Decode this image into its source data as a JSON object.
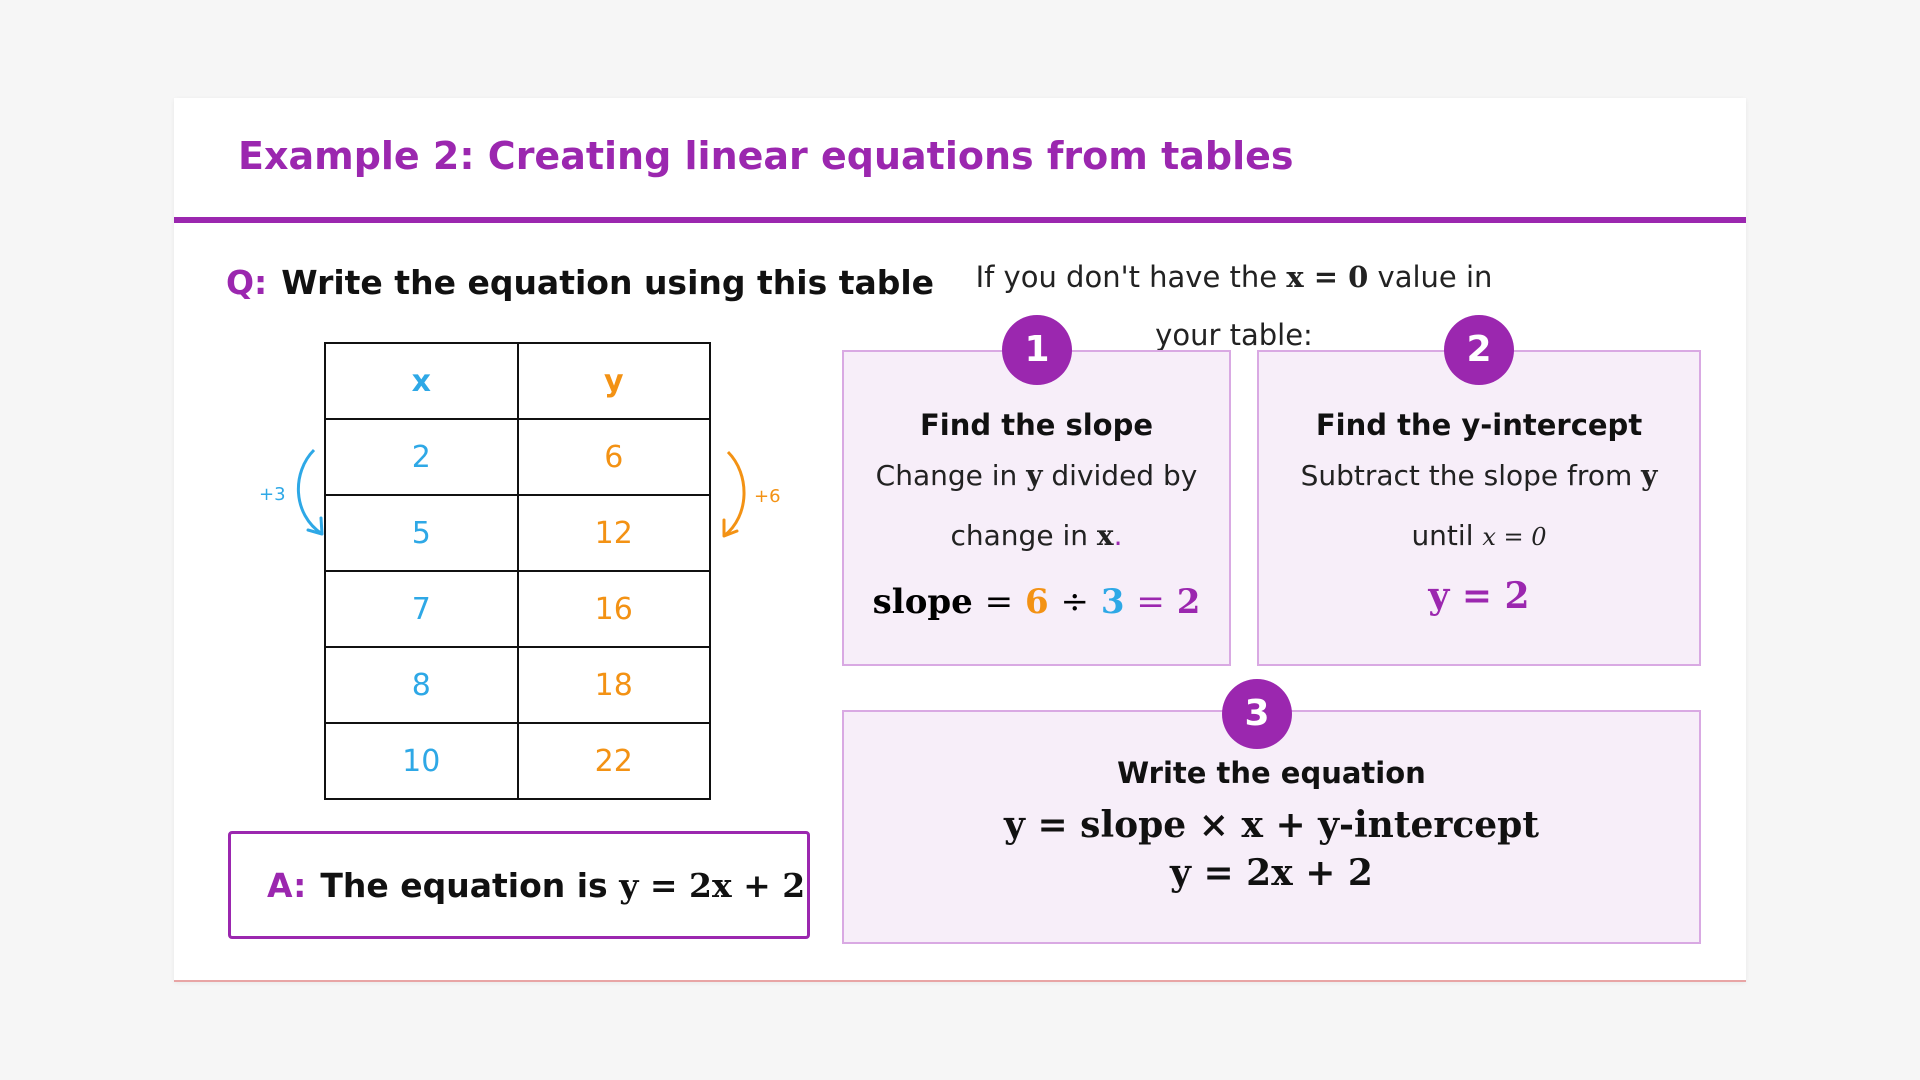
{
  "title": "Example 2: Creating linear equations from tables",
  "question": {
    "label": "Q:",
    "text": "Write the equation using this table"
  },
  "table": {
    "headers": [
      "x",
      "y"
    ],
    "rows": [
      [
        "2",
        "6"
      ],
      [
        "5",
        "12"
      ],
      [
        "7",
        "16"
      ],
      [
        "8",
        "18"
      ],
      [
        "10",
        "22"
      ]
    ],
    "x_increment": "+3",
    "y_increment": "+6"
  },
  "answer": {
    "label": "A:",
    "text": "The equation is",
    "equation": "y = 2x + 2"
  },
  "intro": {
    "before": "If you don't have the",
    "math": "x = 0",
    "after": "value in your table:"
  },
  "steps": [
    {
      "number": "1",
      "title": "Find the slope",
      "line1_before": "Change in",
      "line1_var": "y",
      "line1_after": "divided by",
      "line2_before": "change in",
      "line2_var": "x",
      "line2_after": ".",
      "formula_label": "slope",
      "formula_eq": "=",
      "formula_a": "6",
      "formula_op": "÷",
      "formula_b": "3",
      "formula_eq2": "=",
      "formula_result": "2"
    },
    {
      "number": "2",
      "title": "Find the y-intercept",
      "line1_before": "Subtract the slope from",
      "line1_var": "y",
      "line2_before": "until",
      "line2_math": "x = 0",
      "result": "y = 2"
    },
    {
      "number": "3",
      "title": "Write the equation",
      "general": "y = slope × x + y-intercept",
      "specific": "y = 2x + 2"
    }
  ],
  "colors": {
    "accent": "#9b27af",
    "x_color": "#2ea8e6",
    "y_color": "#f39214",
    "step_fill": "#f7eef9",
    "step_border": "#d9a9e3"
  }
}
